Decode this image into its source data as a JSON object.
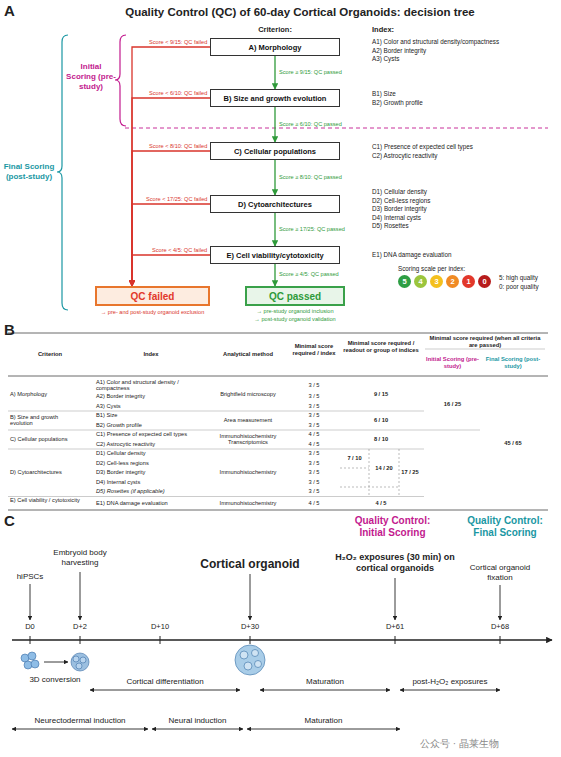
{
  "diagram": {
    "title": "Quality Control (QC) of 60-day Cortical Organoids: decision tree",
    "nodes": [
      {
        "text": [
          "A) Morphology"
        ]
      },
      {
        "text": [
          "B) Size and growth evolution"
        ]
      },
      {
        "text": [
          "C) Cellular populations"
        ]
      },
      {
        "text": [
          "D) Cytoarchitectures"
        ]
      },
      {
        "text": [
          "E) Cell viability/cytotoxicity"
        ]
      },
      {
        "text": [
          "QC failed"
        ]
      },
      {
        "text": [
          "QC passed"
        ]
      },
      {
        "text": [
          "5"
        ]
      },
      {
        "text": [
          "4"
        ]
      },
      {
        "text": [
          "3"
        ]
      },
      {
        "text": [
          "2"
        ]
      },
      {
        "text": [
          "1"
        ]
      },
      {
        "text": [
          "0"
        ]
      }
    ],
    "edges": [
      {
        "from": 0,
        "to": 1,
        "arrow": "to",
        "label": "Score ≥ 9/15: QC passed"
      },
      {
        "from": 1,
        "to": 2,
        "arrow": "to",
        "label": "Score ≥ 6/10: QC passed"
      },
      {
        "from": 2,
        "to": 3,
        "arrow": "to",
        "label": "Score ≥ 8/10: QC passed"
      },
      {
        "from": 3,
        "to": 4,
        "arrow": "to",
        "label": "Score ≥ 17/25: QC passed"
      },
      {
        "from": 4,
        "to": 6,
        "arrow": "to",
        "label": "Score ≥ 4/5: QC passed"
      },
      {
        "from": 0,
        "to": 5,
        "arrow": "to",
        "label": "Score < 9/15: QC failed"
      },
      {
        "from": 1,
        "to": 5,
        "arrow": "to",
        "label": "Score < 6/10: QC failed"
      },
      {
        "from": 2,
        "to": 5,
        "arrow": "to",
        "label": "Score < 8/10: QC failed"
      },
      {
        "from": 3,
        "to": 5,
        "arrow": "to",
        "label": "Score < 17/25: QC failed"
      },
      {
        "from": 4,
        "to": 5,
        "arrow": "to",
        "label": "Score < 4/5: QC failed"
      }
    ],
    "labels": [
      "A",
      "Criterion:",
      "Index:",
      "A1) Color and structural density/compactness",
      "A2) Border integrity",
      "A3) Cysts",
      "B1) Size",
      "B2) Growth profile",
      "C1) Presence of expected cell types",
      "C2) Astrocytic reactivity",
      "D1) Cellular density",
      "D2) Cell-less regions",
      "D3) Border integrity",
      "D4) Internal cysts",
      "D5) Rosettes",
      "E1) DNA damage evaluation",
      "Initial Scoring (pre-study)",
      "Final Scoring (post-study)",
      "→ pre- and post-study organoid exclusion",
      "→ pre-study organoid inclusion",
      "→ post-study organoid validation",
      "Scoring scale per index:",
      "5: high quality",
      "0: poor quality",
      "B",
      "Criterion",
      "Index",
      "Analytical method",
      "Minimal score required / index",
      "Minimal score required / readout or group of indices",
      "Minimal score required (when all criteria are passed)",
      "Initial Scoring (pre-study)",
      "Final Scoring (post-study)",
      "A) Morphology",
      "A1) Color and structural density / compactness",
      "A2) Border integrity",
      "A3) Cysts",
      "Brightfield microscopy",
      "3 / 5",
      "3 / 5",
      "3 / 5",
      "9 / 15",
      "B) Size and growth evolution",
      "B1) Size",
      "B2) Growth profile",
      "Area measurement",
      "3 / 5",
      "3 / 5",
      "6 / 10",
      "16 / 25",
      "C) Cellular populations",
      "C1) Presence of expected cell types",
      "C2) Astrocytic reactivity",
      "Immunohistochemistry Transcriptomics",
      "4 / 5",
      "4 / 5",
      "8 / 10",
      "D) Cytoarchitectures",
      "D1) Cellular density",
      "D2) Cell-less regions",
      "D3) Border integrity",
      "D4) Internal cysts",
      "D5) Rosettes (if applicable)",
      "Immunohistochemistry",
      "3 / 5",
      "3 / 5",
      "3 / 5",
      "3 / 5",
      "3 / 5",
      "7 / 10",
      "14 / 20",
      "17 / 25",
      "E) Cell viability / cytotoxicity",
      "E1) DNA damage evaluation",
      "Immunohistochemistry",
      "4 / 5",
      "4 / 5",
      "45 / 65",
      "C",
      "Quality Control: Initial Scoring",
      "Quality Control: Final Scoring",
      "hiPSCs",
      "Embryoid body harvesting",
      "Cortical organoid",
      "H₂O₂ exposures (30 min) on cortical organoids",
      "Cortical organoid fixation",
      "D0",
      "D+2",
      "D+10",
      "D+30",
      "D+61",
      "D+68",
      "3D conversion",
      "Cortical differentiation",
      "Maturation",
      "post-H₂O₂ exposures",
      "Neurectodermal induction",
      "Neural induction",
      "Maturation",
      "公众号 · 晶莱生物"
    ]
  }
}
